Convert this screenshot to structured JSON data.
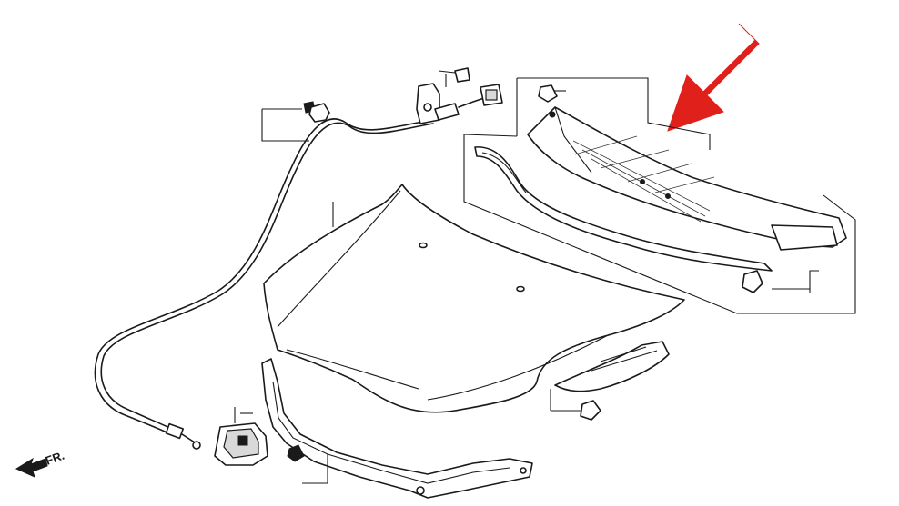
{
  "diagram": {
    "direction_label": "FR.",
    "highlight_arrow_color": "#e0201b",
    "line_color": "#1a1a1a",
    "background": "#ffffff",
    "parts": [
      "hood-panel",
      "hood-release-cable",
      "hood-latch",
      "front-bulkhead-stay",
      "cowl-top-cover",
      "cowl-seal",
      "hood-insulator"
    ]
  }
}
